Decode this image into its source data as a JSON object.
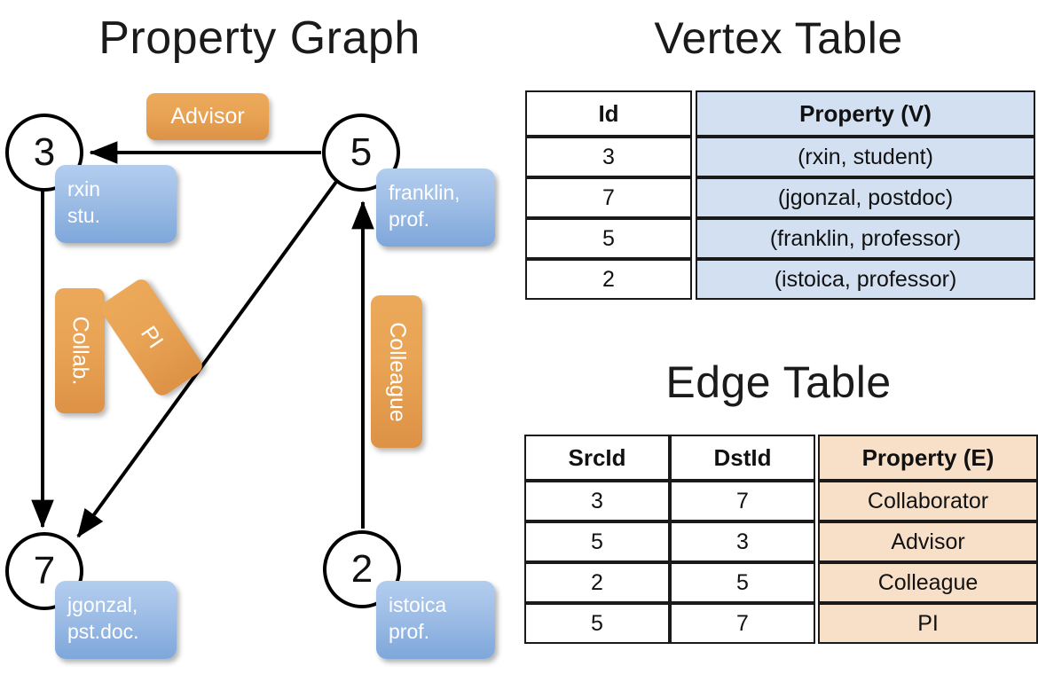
{
  "titles": {
    "property_graph": "Property Graph",
    "vertex_table": "Vertex Table",
    "edge_table": "Edge Table"
  },
  "colors": {
    "vertex_cell": "#d3e0f2",
    "edge_cell": "#f8e0c8",
    "vertex_callout": "#a3c1e8",
    "edge_label": "#e9a355",
    "node_stroke": "#000000",
    "text": "#111111"
  },
  "graph": {
    "nodes": [
      {
        "id": "3",
        "label": "3",
        "property_line1": "rxin",
        "property_line2": "stu."
      },
      {
        "id": "5",
        "label": "5",
        "property_line1": "franklin,",
        "property_line2": "prof."
      },
      {
        "id": "7",
        "label": "7",
        "property_line1": "jgonzal,",
        "property_line2": "pst.doc."
      },
      {
        "id": "2",
        "label": "2",
        "property_line1": "istoica",
        "property_line2": "prof."
      }
    ],
    "edge_labels": [
      {
        "key": "advisor",
        "text": "Advisor",
        "from": "5",
        "to": "3"
      },
      {
        "key": "collab",
        "text": "Collab.",
        "from": "3",
        "to": "7"
      },
      {
        "key": "pi",
        "text": "PI",
        "from": "5",
        "to": "7"
      },
      {
        "key": "colleague",
        "text": "Colleague",
        "from": "2",
        "to": "5"
      }
    ]
  },
  "vertex_table": {
    "headers": {
      "id": "Id",
      "property": "Property (V)"
    },
    "rows": [
      {
        "id": "3",
        "property": "(rxin, student)"
      },
      {
        "id": "7",
        "property": "(jgonzal, postdoc)"
      },
      {
        "id": "5",
        "property": "(franklin, professor)"
      },
      {
        "id": "2",
        "property": "(istoica, professor)"
      }
    ]
  },
  "edge_table": {
    "headers": {
      "src": "SrcId",
      "dst": "DstId",
      "property": "Property (E)"
    },
    "rows": [
      {
        "src": "3",
        "dst": "7",
        "property": "Collaborator"
      },
      {
        "src": "5",
        "dst": "3",
        "property": "Advisor"
      },
      {
        "src": "2",
        "dst": "5",
        "property": "Colleague"
      },
      {
        "src": "5",
        "dst": "7",
        "property": "PI"
      }
    ]
  }
}
